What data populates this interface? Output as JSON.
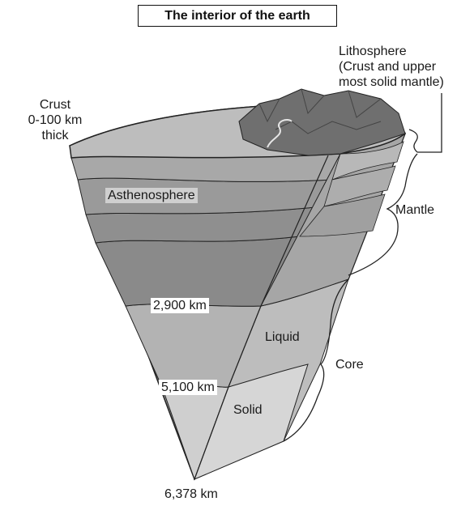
{
  "diagram": {
    "title": "The interior of the earth",
    "labels": {
      "crust_line1": "Crust",
      "crust_line2": "0-100 km",
      "crust_line3": "thick",
      "lithosphere_line1": "Lithosphere",
      "lithosphere_line2": "(Crust and upper",
      "lithosphere_line3": "most solid mantle)",
      "asthenosphere": "Asthenosphere",
      "mantle": "Mantle",
      "depth_mantle_core": "2,900 km",
      "liquid": "Liquid",
      "core": "Core",
      "depth_outer_inner": "5,100 km",
      "solid": "Solid",
      "depth_center": "6,378 km"
    },
    "colors": {
      "crust_top": "#bdbdbd",
      "crust_band": "#a8a8a8",
      "asthenosphere": "#9a9a9a",
      "mantle": "#8a8a8a",
      "outer_core": "#b3b3b3",
      "inner_core": "#cfcfcf",
      "mountains": "#6f6f6f",
      "right_face": "#b0b0b0",
      "outline": "#222222"
    }
  }
}
